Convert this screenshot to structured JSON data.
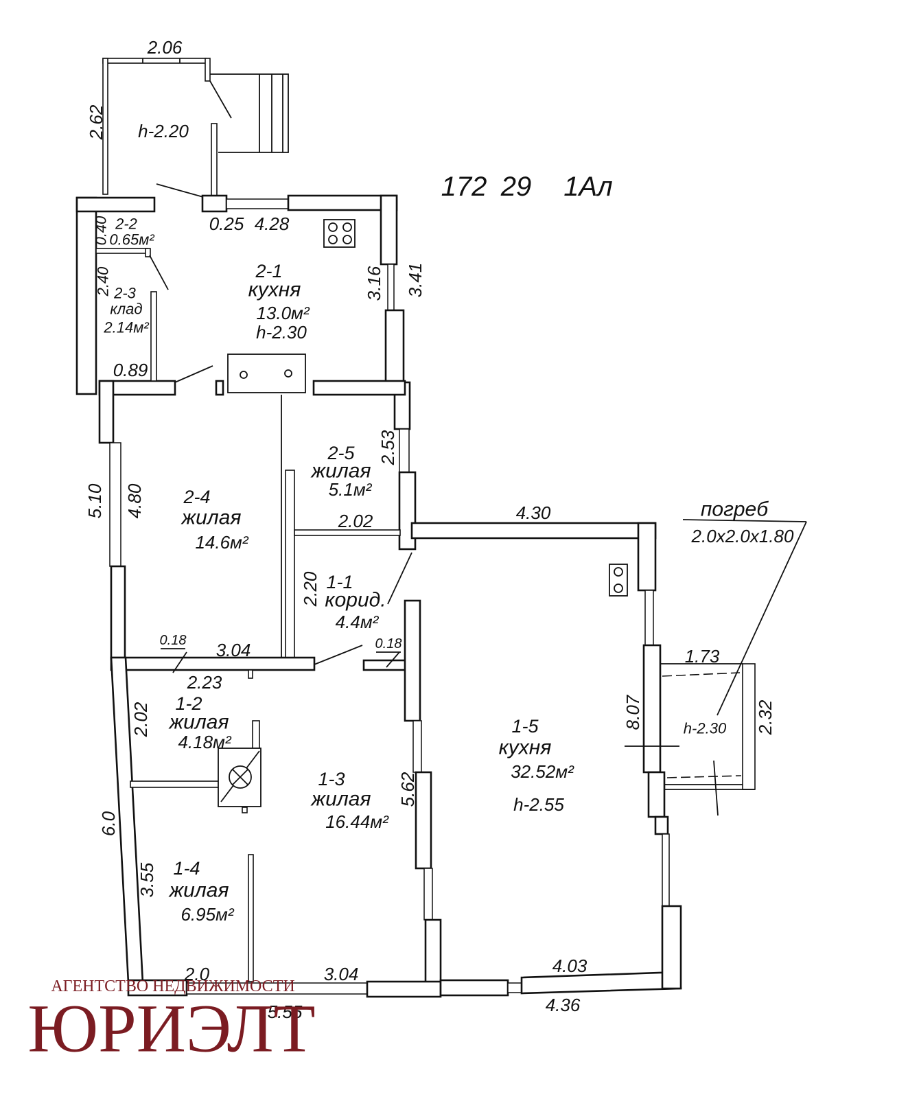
{
  "colors": {
    "ink": "#111111",
    "watermark": "#7b1c22"
  },
  "plan_code": {
    "number": "172",
    "sheet": "29",
    "letter": "1Ал"
  },
  "veranda": {
    "width": "2.06",
    "depth": "2.62",
    "height": "h-2.20"
  },
  "rooms": {
    "r2_1": {
      "id": "2-1",
      "name": "кухня",
      "area": "13.0м²",
      "height": "h-2.30"
    },
    "r2_2": {
      "id": "2-2",
      "area": "0.65м²"
    },
    "r2_3": {
      "id": "2-3",
      "name": "клад",
      "area": "2.14м²"
    },
    "r2_4": {
      "id": "2-4",
      "name": "жилая",
      "area": "14.6м²"
    },
    "r2_5": {
      "id": "2-5",
      "name": "жилая",
      "area": "5.1м²"
    },
    "r1_1": {
      "id": "1-1",
      "name": "корид.",
      "area": "4.4м²"
    },
    "r1_2": {
      "id": "1-2",
      "name": "жилая",
      "area": "4.18м²"
    },
    "r1_3": {
      "id": "1-3",
      "name": "жилая",
      "area": "16.44м²"
    },
    "r1_4": {
      "id": "1-4",
      "name": "жилая",
      "area": "6.95м²"
    },
    "r1_5": {
      "id": "1-5",
      "name": "кухня",
      "area": "32.52м²",
      "height": "h-2.55"
    }
  },
  "dimensions": {
    "top_block": "0.25",
    "kitchen_2_1_width": "4.28",
    "closet_2_2_depth": "0.40",
    "closet_2_3_depth": "2.40",
    "kitchen_2_1_inner": "3.16",
    "kitchen_2_1_outer": "3.41",
    "closet_2_3_width": "0.89",
    "room_2_5_depth": "2.53",
    "room_2_4_outer": "5.10",
    "room_2_4_inner": "4.80",
    "room_2_5_width": "2.02",
    "kitchen_1_5_top": "4.30",
    "corridor_depth": "2.20",
    "wall_left": "0.18",
    "room_2_4_width": "3.04",
    "wall_right": "0.18",
    "room_1_2_width": "2.23",
    "room_1_2_depth": "2.02",
    "kitchen_1_5_depth": "8.07",
    "room_1_3_depth": "5.62",
    "section_1_depth": "6.0",
    "room_1_4_depth": "3.55",
    "room_1_4_width": "2.0",
    "room_1_3_width": "3.04",
    "kitchen_1_5_inner": "4.03",
    "kitchen_1_5_outer": "4.36",
    "section_1_outer": "5.55"
  },
  "porch": {
    "width": "1.73",
    "depth": "2.32",
    "height": "h-2.30"
  },
  "cellar": {
    "label": "погреб",
    "size": "2.0x2.0x1.80"
  },
  "watermark": {
    "subtitle": "АГЕНТСТВО НЕДВИЖИМОСТИ",
    "brand": "ЮРИЭЛТ"
  }
}
